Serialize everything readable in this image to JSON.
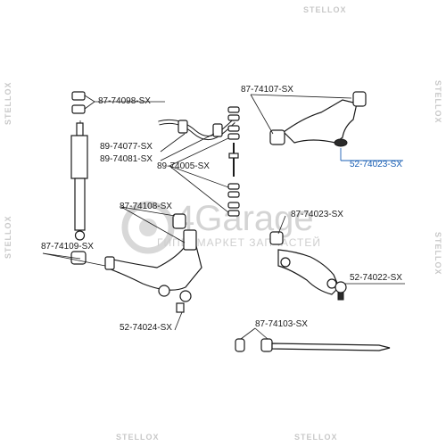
{
  "diagram": {
    "part_labels": [
      "87-74098-SX",
      "89-74077-SX",
      "89-74081-SX",
      "89-74005-SX",
      "87-74107-SX",
      "52-74023-SX",
      "87-74108-SX",
      "87-74023-SX",
      "87-74109-SX",
      "52-74022-SX",
      "52-74024-SX",
      "87-74103-SX"
    ],
    "highlighted_label": "52-74023-SX",
    "border_text": "STELLOX",
    "watermark": {
      "main": "4Garage",
      "sub": "ГИПЕРМАРКЕТ ЗАПЧАСТЕЙ"
    }
  },
  "colors": {
    "highlight": "#1a5fb4",
    "line": "#1a1a1a",
    "border_text": "#c8c8c8",
    "watermark": "#d4d4d4"
  }
}
